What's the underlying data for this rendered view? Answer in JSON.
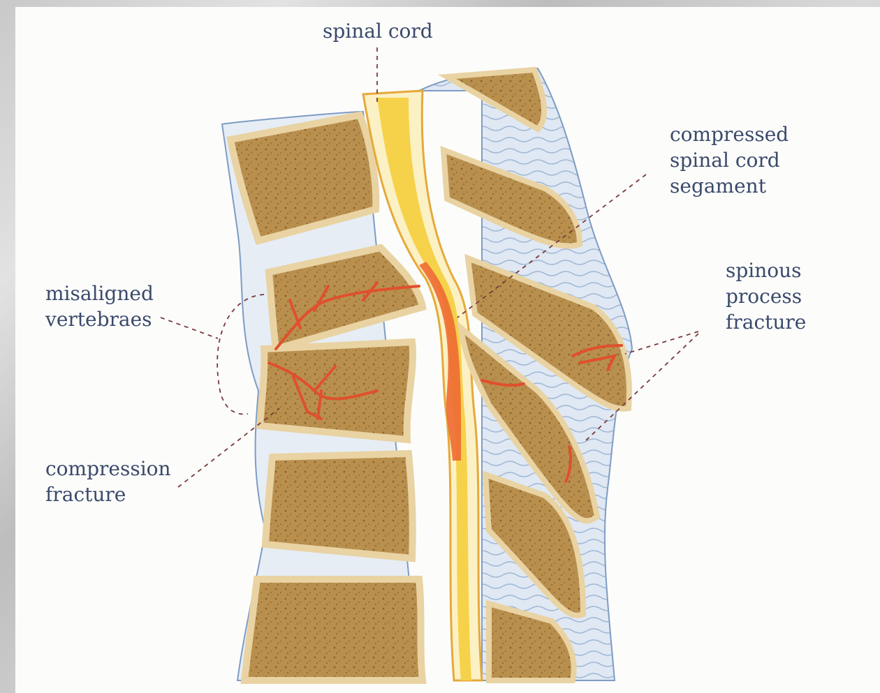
{
  "labels": {
    "spinal_cord": "spinal cord",
    "compressed_segment": "compressed\nspinal cord\nsegament",
    "misaligned": "misaligned\nvertebraes",
    "spinous_fracture": "spinous\nprocess\nfracture",
    "compression_fracture": "compression\nfracture"
  },
  "colors": {
    "label_text": "#3a4a6b",
    "bone_edge": "#c2a060",
    "bone_fill": "#b98f4e",
    "disc": "#d9e4ef",
    "fracture": "#e0502c",
    "cord_yellow": "#f6d24a",
    "cord_orange": "#ee8a3a",
    "ligament_blue": "#a9bfd9"
  }
}
